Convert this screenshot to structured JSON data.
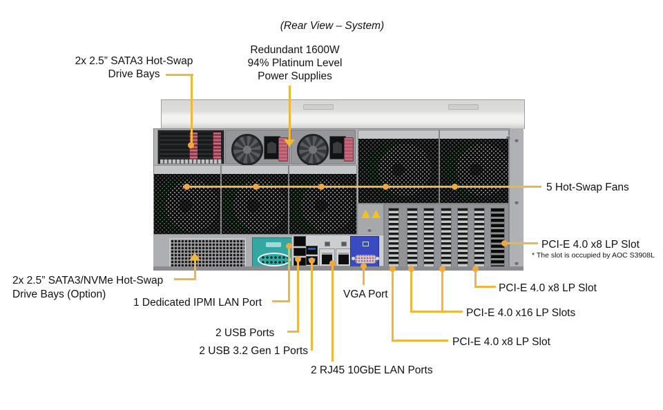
{
  "title": "(Rear View – System)",
  "labels": {
    "drive_top": {
      "l1": "2x 2.5” SATA3 Hot-Swap",
      "l2": "Drive Bays"
    },
    "psu": {
      "l1": "Redundant  1600W",
      "l2": "94% Platinum  Level",
      "l3": "Power Supplies"
    },
    "fans": {
      "text": "5 Hot-Swap  Fans"
    },
    "pcie_occupied": {
      "text": "PCI-E 4.0 x8 LP Slot",
      "note": "* The  slot is  occupied by AOC S3908L"
    },
    "pcie_upper": {
      "text": "PCI-E 4.0 x8 LP Slot"
    },
    "pcie_x16": {
      "text": "PCI-E  4.0 x16 LP Slots"
    },
    "pcie_lower": {
      "text": "PCI-E  4.0 x8  LP Slot"
    },
    "vga": {
      "text": "VGA Port"
    },
    "rj45": {
      "text": "2 RJ45 10GbE LAN Ports"
    },
    "usb32": {
      "text": "2 USB 3.2 Gen 1 Ports"
    },
    "usb": {
      "text": "2 USB Ports"
    },
    "ipmi": {
      "text": "1 Dedicated IPMI  LAN Port"
    },
    "drive_option": {
      "l1": "2x 2.5” SATA3/NVMe Hot-Swap",
      "l2": "Drive Bays (Option)"
    }
  },
  "colors": {
    "callout_line": "#EFB838",
    "callout_dot": "#F0A83C",
    "chassis_body": "#B4B5B7",
    "chassis_lid": "#E9E9E7",
    "mesh_dark": "#77787B",
    "fan_green": "#3F9B52",
    "psu_red": "#B5566C",
    "teal": "#35A7A3",
    "vga_blue": "#3A4BC2",
    "warning_yellow": "#F2C31F",
    "text": "#111111"
  }
}
